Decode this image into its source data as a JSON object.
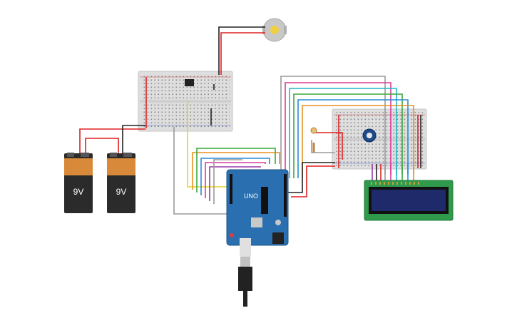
{
  "batteries": [
    {
      "label": "9V"
    },
    {
      "label": "9V"
    }
  ],
  "arduino": {
    "brand": "UNO"
  },
  "colors": {
    "breadboard": "#dedede",
    "battery_top": "#d88a3a",
    "battery_body": "#2b2b2b",
    "arduino": "#2a6fb0",
    "lcd_board": "#2f9a4c",
    "lcd_screen": "#1f2a6b",
    "wire_red": "#e02020",
    "wire_black": "#222222",
    "wire_gray": "#9a9a9a",
    "wire_yellow": "#e8d220",
    "wire_green": "#3aa83a",
    "wire_orange": "#e89020",
    "wire_blue": "#2a8ad8",
    "wire_purple": "#9a3aa8",
    "wire_pink": "#d83a9a",
    "wire_cyan": "#20b8c8"
  }
}
